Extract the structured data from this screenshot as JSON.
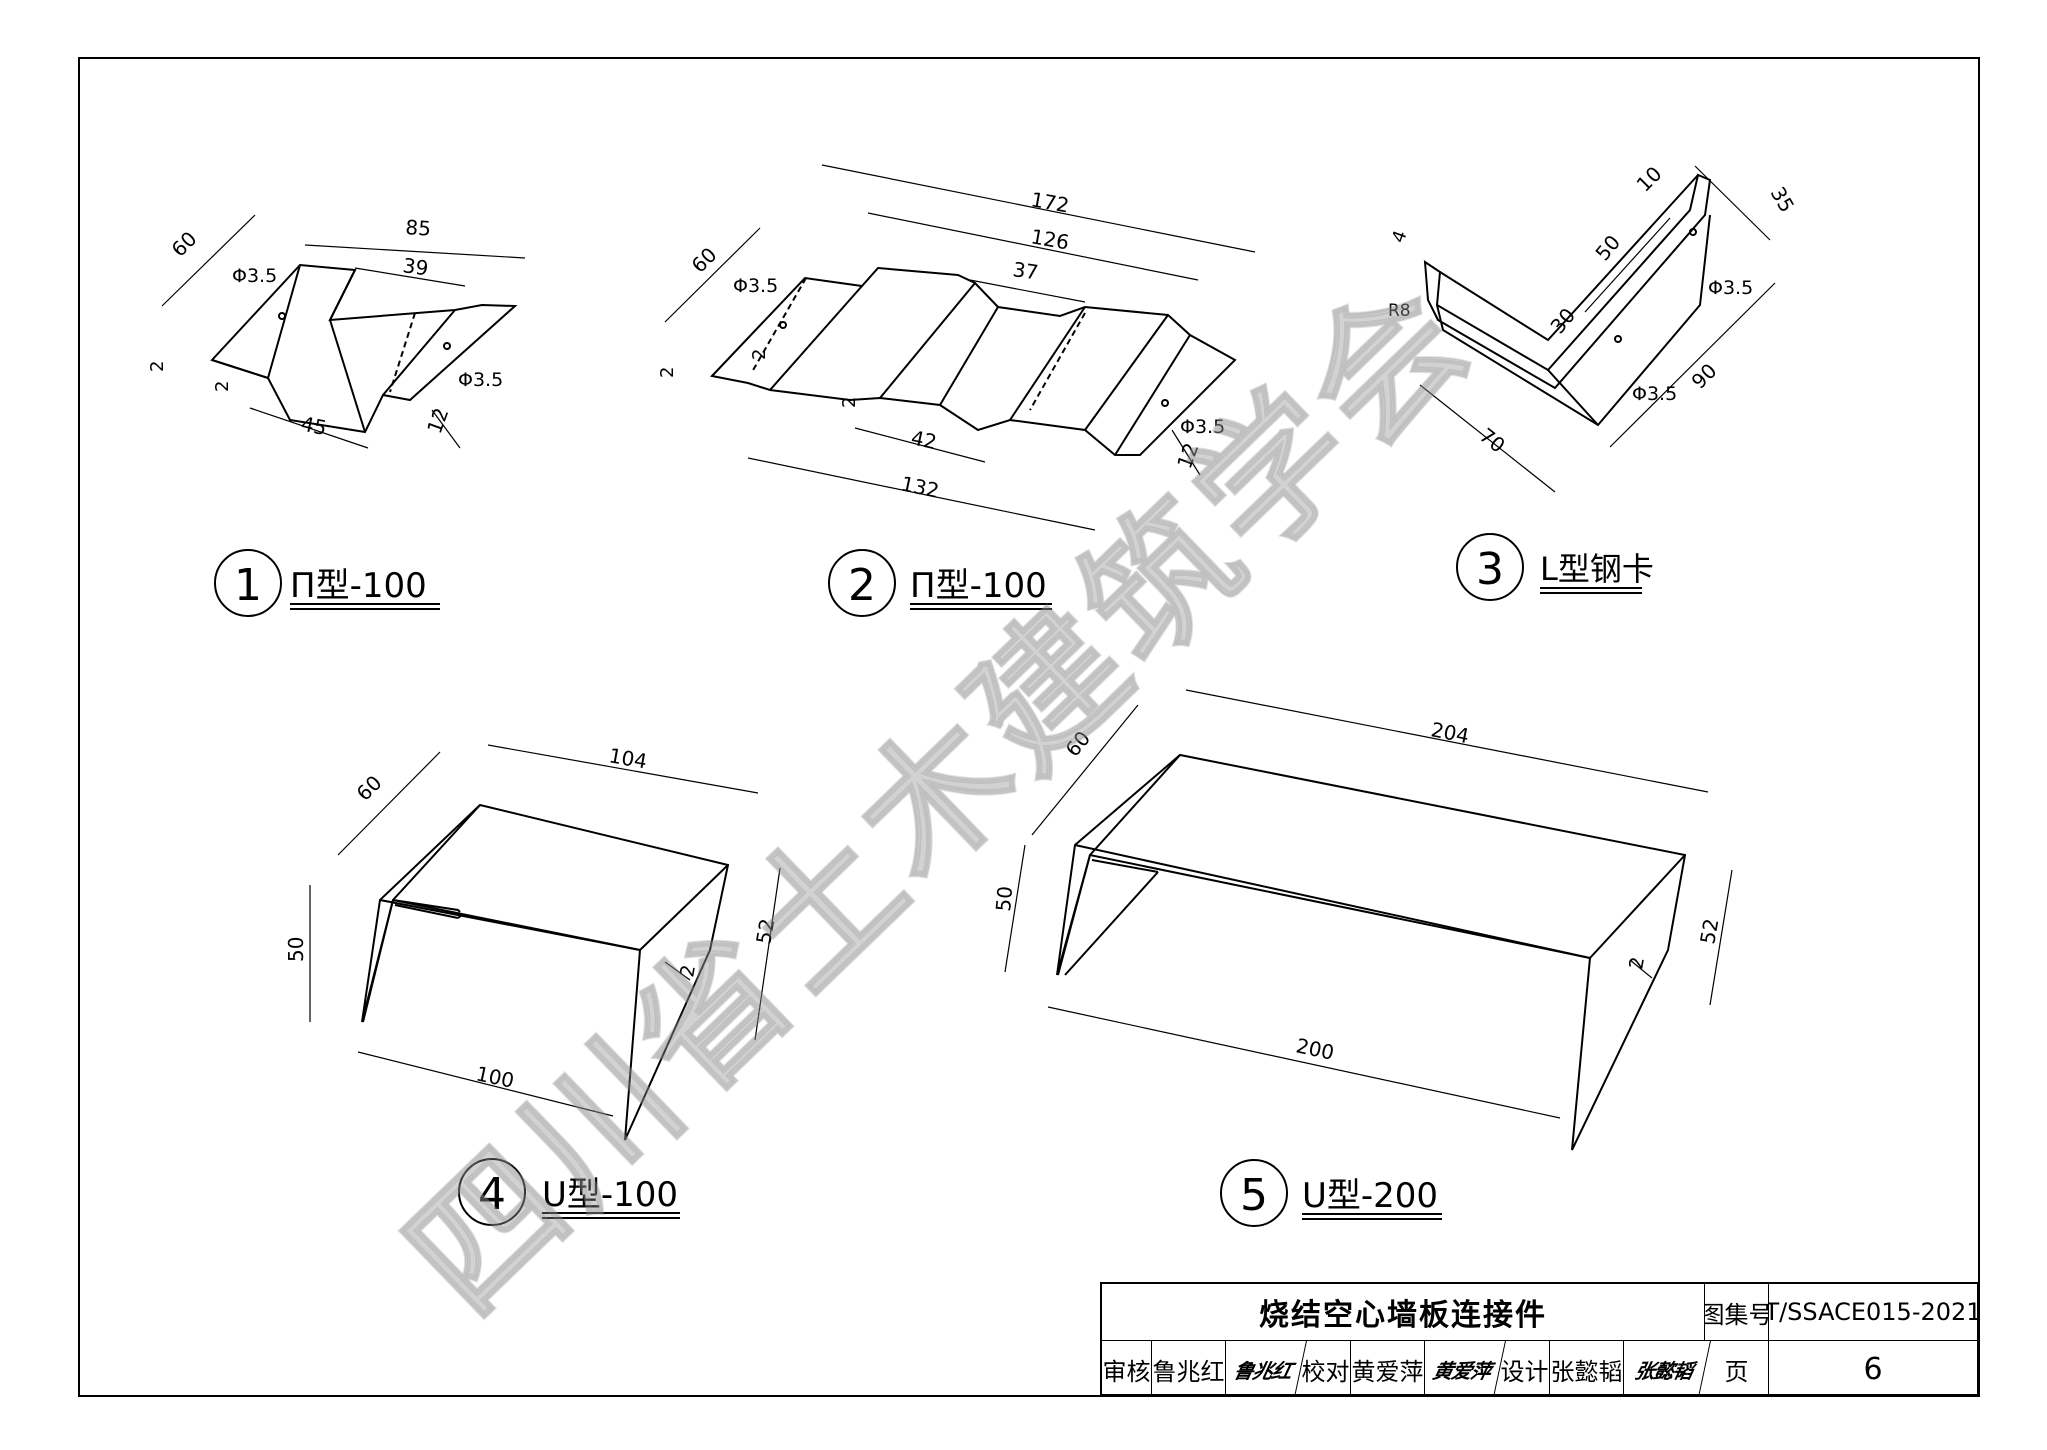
{
  "details": [
    {
      "id": "detail-1",
      "number": "1",
      "name": "Π型-100",
      "dims": {
        "width_outer": "85",
        "depth": "60",
        "channel_top": "39",
        "channel_bottom": "45",
        "thickness_a": "2",
        "thickness_b": "2",
        "flange": "12",
        "hole_a": "Φ3.5",
        "hole_b": "Φ3.5"
      }
    },
    {
      "id": "detail-2",
      "number": "2",
      "name": "Π型-100",
      "dims": {
        "overall": "172",
        "inner": "126",
        "channel_top": "37",
        "channel_bottom": "42",
        "base": "132",
        "depth": "60",
        "thickness_a": "2",
        "thickness_b": "2",
        "thickness_c": "2",
        "flange": "12",
        "hole_a": "Φ3.5",
        "hole_b": "Φ3.5"
      }
    },
    {
      "id": "detail-3",
      "number": "3",
      "name": "L型钢卡",
      "dims": {
        "top": "10",
        "depth_top": "35",
        "leg_a": "50",
        "leg_b": "30",
        "leg_long": "90",
        "leg_short": "70",
        "thickness": "4",
        "radius": "R8",
        "hole_a": "Φ3.5",
        "hole_b": "Φ3.5"
      }
    },
    {
      "id": "detail-4",
      "number": "4",
      "name": "U型-100",
      "dims": {
        "top": "104",
        "depth": "60",
        "left_height": "50",
        "right_height": "52",
        "thickness": "2",
        "bottom": "100"
      }
    },
    {
      "id": "detail-5",
      "number": "5",
      "name": "U型-200",
      "dims": {
        "top": "204",
        "depth": "60",
        "left_height": "50",
        "right_height": "52",
        "thickness": "2",
        "bottom": "200"
      }
    }
  ],
  "watermark": "四川省土木建筑学会",
  "title_block": {
    "title": "烧结空心墙板连接件",
    "atlas_label": "图集号",
    "atlas_number": "T/SSACE015-2021",
    "review_label": "审核",
    "reviewer": "鲁兆红",
    "reviewer_signature": "鲁兆红",
    "check_label": "校对",
    "checker": "黄爱萍",
    "checker_signature": "黄爱萍",
    "design_label": "设计",
    "designer": "张懿韬",
    "designer_signature": "张懿韬",
    "page_label": "页",
    "page_number": "6"
  }
}
